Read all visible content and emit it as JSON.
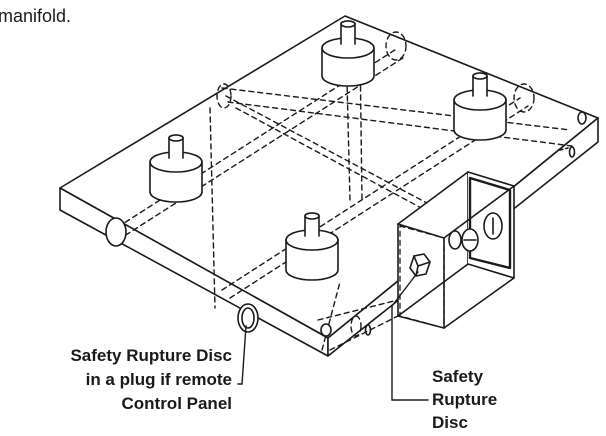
{
  "header_fragment": "manifold.",
  "callouts": {
    "left": {
      "lines": [
        "Safety Rupture Disc",
        "in a plug if remote",
        "Control Panel"
      ]
    },
    "right": {
      "lines": [
        "Safety",
        "Rupture",
        "Disc"
      ]
    }
  },
  "colors": {
    "line": "#1a1a1a",
    "background": "#ffffff"
  }
}
